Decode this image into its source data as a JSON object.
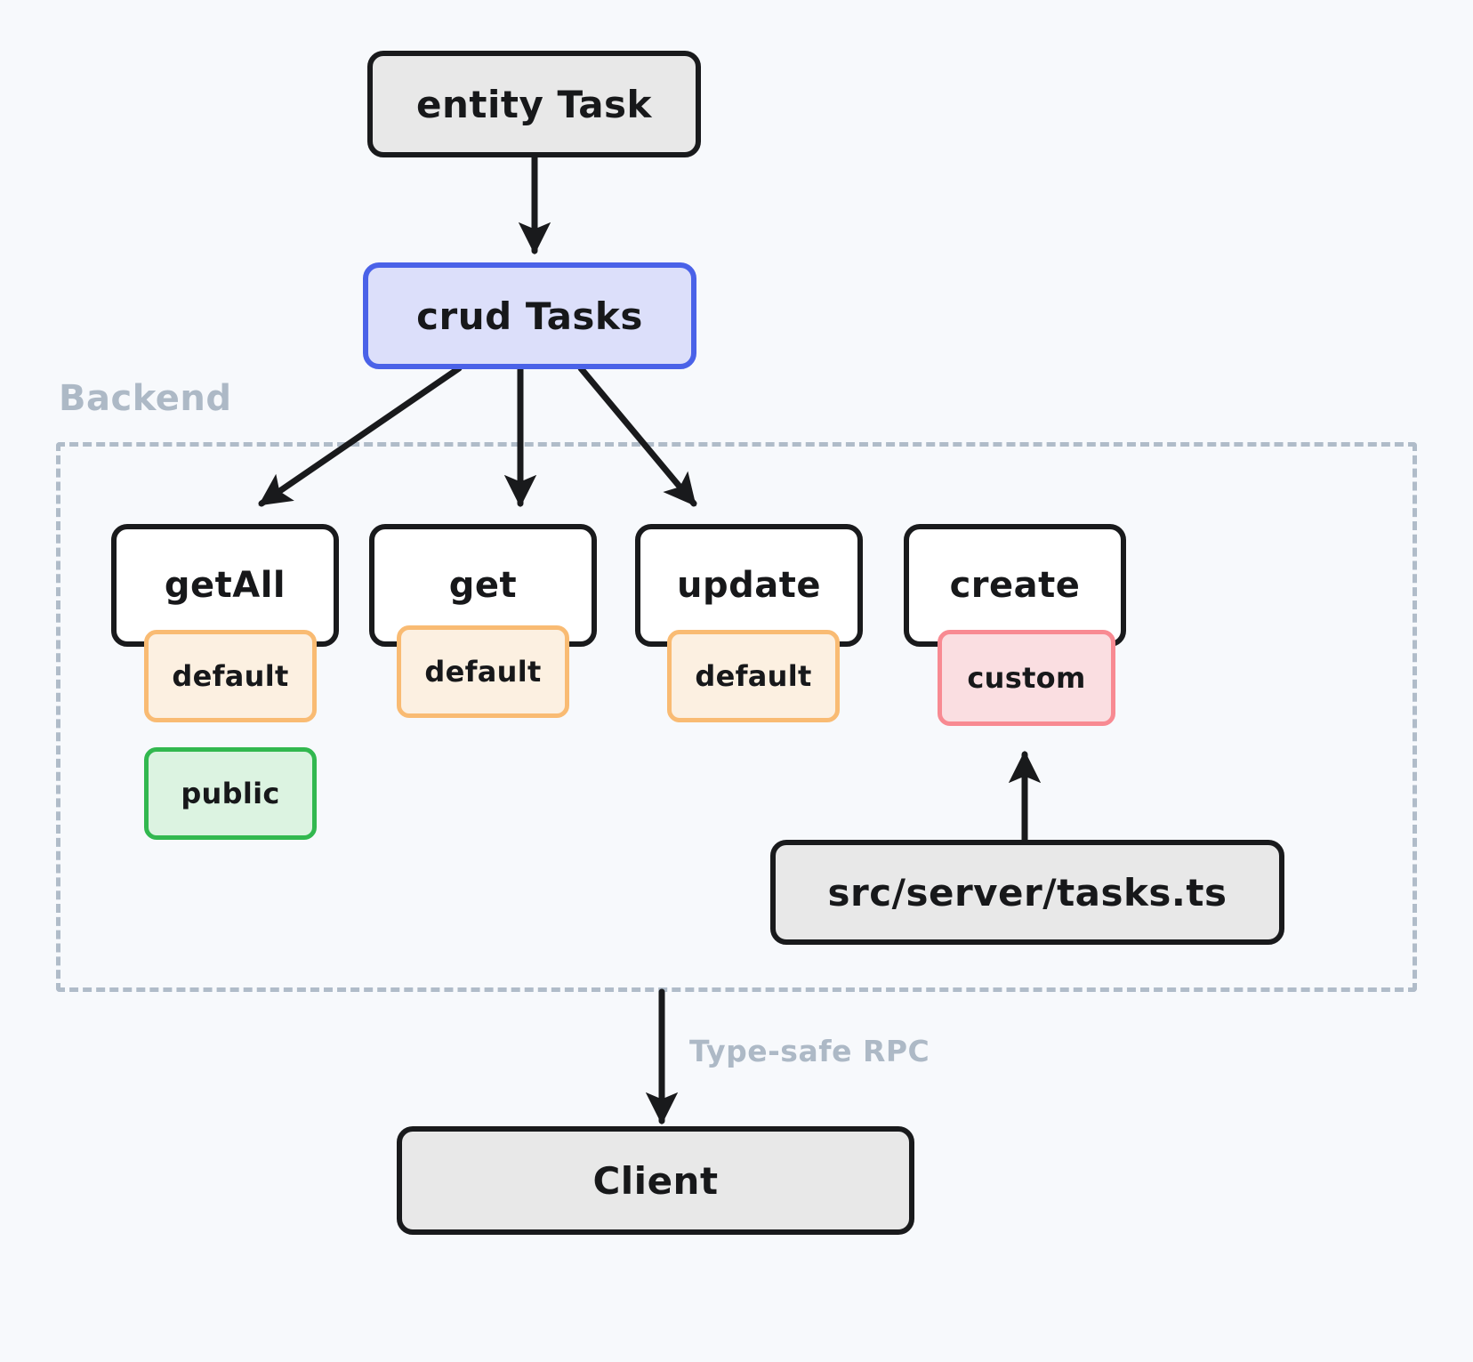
{
  "diagram": {
    "title_nodes": {
      "entity": "entity Task",
      "crud": "crud Tasks",
      "source_file": "src/server/tasks.ts",
      "client": "Client"
    },
    "group": {
      "label": "Backend"
    },
    "edge_labels": {
      "rpc": "Type-safe RPC"
    },
    "methods": [
      {
        "name": "getAll",
        "badges": [
          "default",
          "public"
        ]
      },
      {
        "name": "get",
        "badges": [
          "default"
        ]
      },
      {
        "name": "update",
        "badges": [
          "default"
        ]
      },
      {
        "name": "create",
        "badges": [
          "custom"
        ]
      }
    ],
    "badge_labels": {
      "default": "default",
      "public": "public",
      "custom": "custom"
    },
    "colors": {
      "background": "#f7f9fc",
      "node_fill_gray": "#e8e8e8",
      "node_fill_white": "#ffffff",
      "node_stroke_dark": "#191a1c",
      "crud_fill": "#dcdffa",
      "crud_stroke": "#4a62e8",
      "badge_default_fill": "#fcf0e1",
      "badge_default_stroke": "#f9bb73",
      "badge_public_fill": "#dcf3e1",
      "badge_public_stroke": "#32b84f",
      "badge_custom_fill": "#fadee1",
      "badge_custom_stroke": "#f88a92",
      "group_stroke": "#b0bcc9",
      "group_label": "#adb9c6"
    }
  }
}
